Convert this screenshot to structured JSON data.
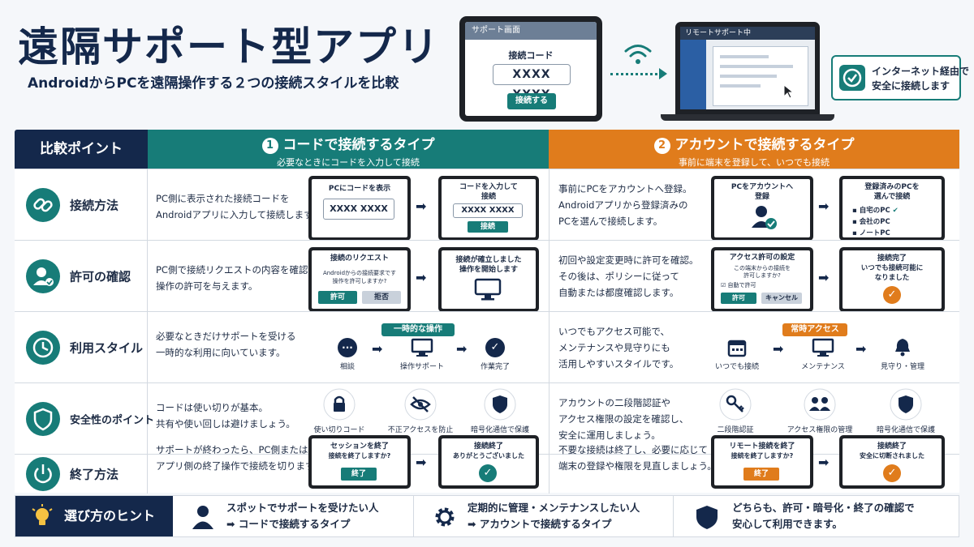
{
  "header": {
    "title": "遠隔サポート型アプリ",
    "subtitle": "AndroidからPCを遠隔操作する２つの接続スタイルを比較"
  },
  "hero": {
    "tablet_header": "サポート画面",
    "tablet_label": "接続コード",
    "tablet_code": "XXXX XXXX",
    "tablet_button": "接続する",
    "laptop_header": "リモートサポート中",
    "secure_line1": "インターネット経由で",
    "secure_line2": "安全に接続します"
  },
  "table": {
    "label_header": "比較ポイント",
    "col_a": {
      "num": "1",
      "title": "コードで接続するタイプ",
      "sub": "必要なときにコードを入力して接続"
    },
    "col_b": {
      "num": "2",
      "title": "アカウントで接続するタイプ",
      "sub": "事前に端末を登録して、いつでも接続"
    },
    "rows": [
      {
        "label": "接続方法",
        "a_desc": [
          "PC側に表示された接続コードを",
          "Androidアプリに入力して接続します。"
        ],
        "a_m1": {
          "title": "PCにコードを表示",
          "code": "XXXX XXXX"
        },
        "a_m2": {
          "title1": "コードを入力して",
          "title2": "接続",
          "code": "XXXX XXXX",
          "btn": "接続"
        },
        "b_desc": [
          "事前にPCをアカウントへ登録。",
          "Androidアプリから登録済みの",
          "PCを選んで接続します。"
        ],
        "b_m1": {
          "title1": "PCをアカウントへ",
          "title2": "登録"
        },
        "b_m2": {
          "title1": "登録済みのPCを",
          "title2": "選んで接続",
          "items": [
            "自宅のPC",
            "会社のPC",
            "ノートPC"
          ]
        }
      },
      {
        "label": "許可の確認",
        "a_desc": [
          "PC側で接続リクエストの内容を確認し、",
          "操作の許可を与えます。"
        ],
        "a_m1": {
          "title": "接続のリクエスト",
          "line1": "Androidからの接続要求です",
          "line2": "操作を許可しますか?",
          "btn1": "許可",
          "btn2": "拒否"
        },
        "a_m2": {
          "title1": "接続が確立しました",
          "title2": "操作を開始します"
        },
        "b_desc": [
          "初回や設定変更時に許可を確認。",
          "その後は、ポリシーに従って",
          "自動または都度確認します。"
        ],
        "b_m1": {
          "title": "アクセス許可の設定",
          "line1": "この端末からの接続を",
          "line2": "許可しますか?",
          "check": "自動で許可",
          "btn1": "許可",
          "btn2": "キャンセル"
        },
        "b_m2": {
          "title1": "接続完了",
          "title2": "いつでも接続可能に",
          "title3": "なりました"
        }
      },
      {
        "label": "利用スタイル",
        "a_desc": [
          "必要なときだけサポートを受ける",
          "一時的な利用に向いています。"
        ],
        "a_pill": "一時的な操作",
        "a_icons": [
          "相談",
          "操作サポート",
          "作業完了"
        ],
        "b_desc": [
          "いつでもアクセス可能で、",
          "メンテナンスや見守りにも",
          "活用しやすいスタイルです。"
        ],
        "b_pill": "常時アクセス",
        "b_icons": [
          "いつでも接続",
          "メンテナンス",
          "見守り・管理"
        ]
      },
      {
        "label": "安全性のポイント",
        "a_desc": [
          "コードは使い切りが基本。",
          "共有や使い回しは避けましょう。"
        ],
        "a_icons": [
          "使い切りコード",
          "不正アクセスを防止",
          "暗号化通信で保護"
        ],
        "b_desc": [
          "アカウントの二段階認証や",
          "アクセス権限の設定を確認し、",
          "安全に運用しましょう。"
        ],
        "b_icons": [
          "二段階認証",
          "アクセス権限の管理",
          "暗号化通信で保護"
        ]
      },
      {
        "label": "終了方法",
        "a_desc": [
          "サポートが終わったら、PC側または",
          "アプリ側の終了操作で接続を切ります。"
        ],
        "a_m1": {
          "title1": "セッションを終了",
          "title2": "接続を終了しますか?",
          "btn": "終了"
        },
        "a_m2": {
          "title1": "接続終了",
          "title2": "ありがとうございました"
        },
        "b_desc": [
          "不要な接続は終了し、必要に応じて",
          "端末の登録や権限を見直しましょう。"
        ],
        "b_m1": {
          "title1": "リモート接続を終了",
          "title2": "接続を終了しますか?",
          "btn": "終了"
        },
        "b_m2": {
          "title1": "接続終了",
          "title2": "安全に切断されました"
        }
      }
    ]
  },
  "footer": {
    "label": "選び方のヒント",
    "tip1": [
      "スポットでサポートを受けたい人",
      "➡ コードで接続するタイプ"
    ],
    "tip2": [
      "定期的に管理・メンテナンスしたい人",
      "➡ アカウントで接続するタイプ"
    ],
    "tip3": [
      "どちらも、許可・暗号化・終了の確認で",
      "安心して利用できます。"
    ]
  },
  "colors": {
    "navy": "#14284b",
    "teal": "#177c78",
    "orange": "#e07c1c"
  }
}
